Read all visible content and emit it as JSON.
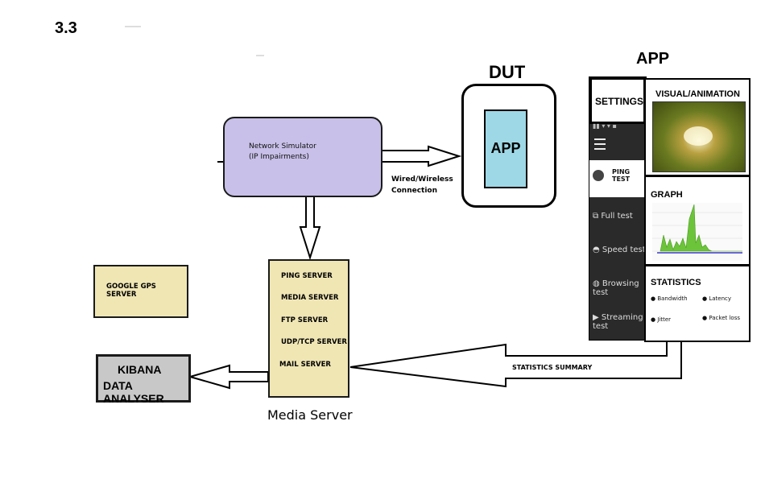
{
  "figure": {
    "number": "3.3"
  },
  "network_simulator": {
    "line1": "Network Simulator",
    "line2": "(IP Impairments)"
  },
  "connection": {
    "line1": "Wired/Wireless",
    "line2": "Connection"
  },
  "dut": {
    "title": "DUT",
    "screen_label": "APP"
  },
  "app": {
    "title": "APP",
    "settings_label": "SETTINGS",
    "menu_items": [
      "PING TEST",
      "Full test",
      "Speed test",
      "Browsing test",
      "Streaming test"
    ],
    "visual_label": "VISUAL/ANIMATION",
    "graph_label": "GRAPH",
    "statistics_label": "STATISTICS",
    "stats": [
      "Bandwidth",
      "Latency",
      "Jitter",
      "Packet loss"
    ]
  },
  "gps_server": {
    "label": "GOOGLE GPS SERVER"
  },
  "media_server": {
    "items": [
      "PING SERVER",
      "MEDIA SERVER",
      "FTP SERVER",
      "UDP/TCP SERVER",
      "MAIL SERVER"
    ],
    "caption": "Media Server"
  },
  "kibana": {
    "line1": "KIBANA",
    "line2": "DATA ANALYSER"
  },
  "statistics_summary": {
    "label": "STATISTICS SUMMARY"
  },
  "colors": {
    "simulator_fill": "#c8c0e8",
    "dut_screen": "#9ed8e6",
    "server_fill": "#f0e6b4",
    "kibana_fill": "#c8c8c8",
    "menu_dark": "#2a2a2a",
    "graph_green": "#6cc43a"
  }
}
